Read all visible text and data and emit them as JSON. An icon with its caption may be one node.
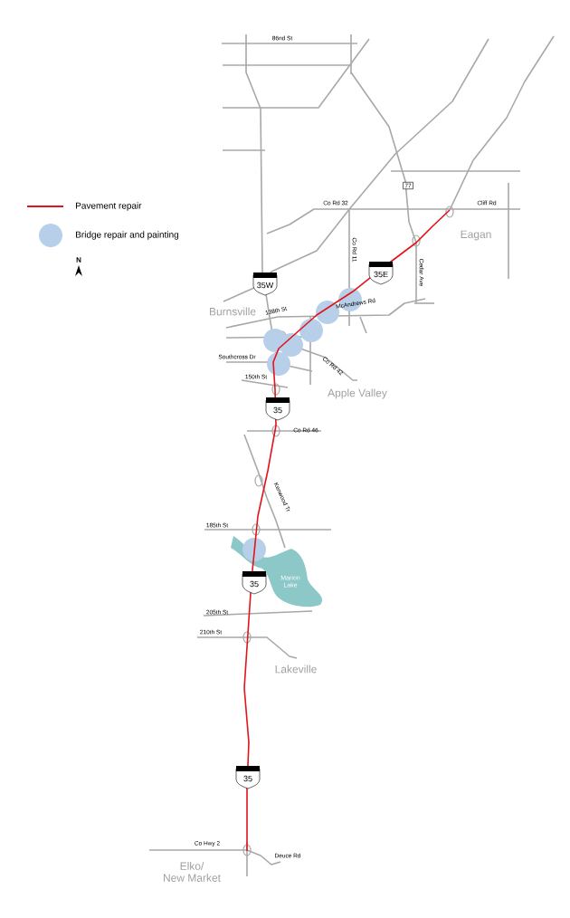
{
  "diagram": {
    "labels": [
      "86nd St",
      "77",
      "Co Rd 32",
      "Cliff Rd",
      "Eagan",
      "Co Rd 11",
      "35E",
      "Cedar Ave",
      "35W",
      "Burnsville",
      "138th St",
      "McAndrews Rd",
      "Southcross Dr",
      "Co Rd 42",
      "150th St",
      "Apple Valley",
      "35",
      "Co Rd 46",
      "Kenwood Tr",
      "185th St",
      "35",
      "Marion Lake",
      "205th St",
      "210th St",
      "Lakeville",
      "35",
      "Co Hwy 2",
      "Deuce Rd",
      "Elko/ New Market",
      "N"
    ],
    "legend": [
      {
        "text": "Pavement repair"
      },
      {
        "text": "Bridge repair and painting",
        "color": "#b8cfe9"
      }
    ]
  }
}
